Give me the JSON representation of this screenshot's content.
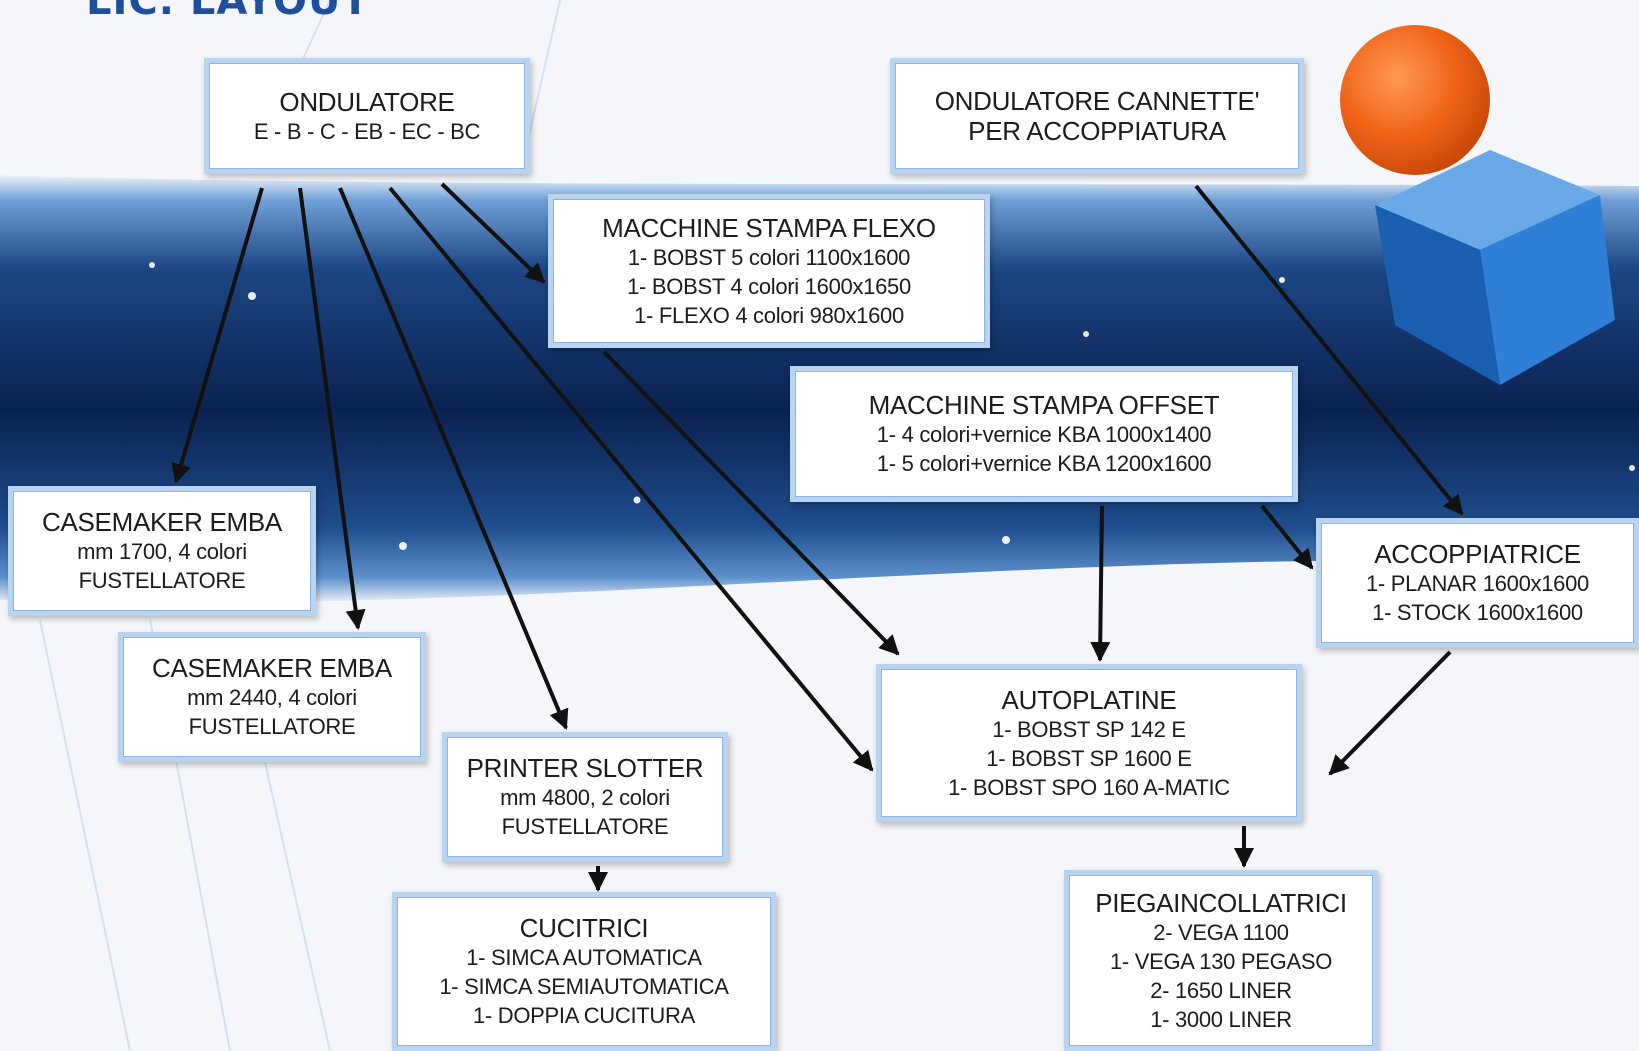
{
  "title": "LIC. LAYOUT",
  "colors": {
    "band_dark": "#0c2350",
    "band_mid": "#1c4684",
    "band_light": "#3a74b8",
    "box_border": "#b9d4f1",
    "arrow": "#111111",
    "sphere": "#f06418",
    "cube": "#1f6cc0"
  },
  "nodes": {
    "ondulatore": {
      "title": "ONDULATORE",
      "lines": [
        "E - B - C - EB - EC - BC"
      ]
    },
    "ondulatore_cannette": {
      "title": "ONDULATORE CANNETTE'",
      "lines": [
        "PER ACCOPPIATURA"
      ]
    },
    "flexo": {
      "title": "MACCHINE STAMPA FLEXO",
      "lines": [
        "1- BOBST 5 colori 1100x1600",
        "1- BOBST 4 colori 1600x1650",
        "1- FLEXO 4 colori 980x1600"
      ]
    },
    "offset": {
      "title": "MACCHINE STAMPA OFFSET",
      "lines": [
        "1-  4 colori+vernice KBA 1000x1400",
        "1- 5 colori+vernice KBA 1200x1600"
      ]
    },
    "casemaker1": {
      "title": "CASEMAKER EMBA",
      "lines": [
        "mm 1700, 4 colori",
        "FUSTELLATORE"
      ]
    },
    "accoppiatrice": {
      "title": "ACCOPPIATRICE",
      "lines": [
        "1- PLANAR 1600x1600",
        "1- STOCK 1600x1600"
      ]
    },
    "casemaker2": {
      "title": "CASEMAKER EMBA",
      "lines": [
        "mm 2440, 4 colori",
        "FUSTELLATORE"
      ]
    },
    "autoplatine": {
      "title": "AUTOPLATINE",
      "lines": [
        "1- BOBST SP 142 E",
        "1- BOBST SP 1600 E",
        "1- BOBST SPO 160 A-MATIC"
      ]
    },
    "printer": {
      "title": "PRINTER SLOTTER",
      "lines": [
        "mm 4800, 2 colori",
        "FUSTELLATORE"
      ]
    },
    "cucitrici": {
      "title": "CUCITRICI",
      "lines": [
        "1- SIMCA AUTOMATICA",
        "1- SIMCA SEMIAUTOMATICA",
        "1- DOPPIA CUCITURA"
      ]
    },
    "piegaincollatrici": {
      "title": "PIEGAINCOLLATRICI",
      "lines": [
        "2- VEGA 1100",
        "1- VEGA 130 PEGASO",
        "2- 1650 LINER",
        "1- 3000 LINER"
      ]
    }
  },
  "connections": [
    [
      "ondulatore",
      "casemaker1"
    ],
    [
      "ondulatore",
      "casemaker2"
    ],
    [
      "ondulatore",
      "printer"
    ],
    [
      "ondulatore",
      "autoplatine"
    ],
    [
      "ondulatore",
      "flexo"
    ],
    [
      "flexo",
      "autoplatine"
    ],
    [
      "offset",
      "autoplatine"
    ],
    [
      "offset",
      "accoppiatrice"
    ],
    [
      "ondulatore_cannette",
      "accoppiatrice"
    ],
    [
      "accoppiatrice",
      "autoplatine"
    ],
    [
      "printer",
      "cucitrici"
    ],
    [
      "autoplatine",
      "piegaincollatrici"
    ]
  ]
}
